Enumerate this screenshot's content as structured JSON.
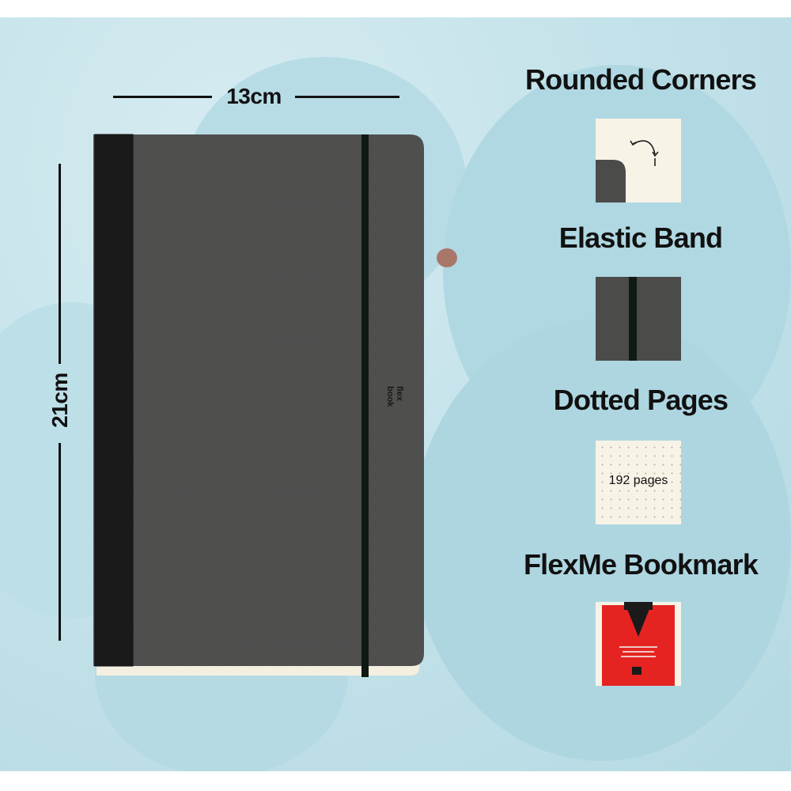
{
  "dimensions": {
    "width_label": "13cm",
    "height_label": "21cm"
  },
  "notebook": {
    "logo_text_line1": "flex",
    "logo_text_line2": "book",
    "cover_color": "#4b4b4a",
    "spine_color": "#1a1a1a",
    "band_color": "#0f1a14",
    "page_edge_color": "#f4efe0"
  },
  "features": [
    {
      "title": "Rounded Corners",
      "icon": "rounded-corner-icon"
    },
    {
      "title": "Elastic Band",
      "icon": "elastic-band-icon"
    },
    {
      "title": "Dotted Pages",
      "icon": "dotted-page-icon",
      "caption": "192 pages"
    },
    {
      "title": "FlexMe Bookmark",
      "icon": "bookmark-icon"
    }
  ],
  "background_color": "#c2e1e9"
}
